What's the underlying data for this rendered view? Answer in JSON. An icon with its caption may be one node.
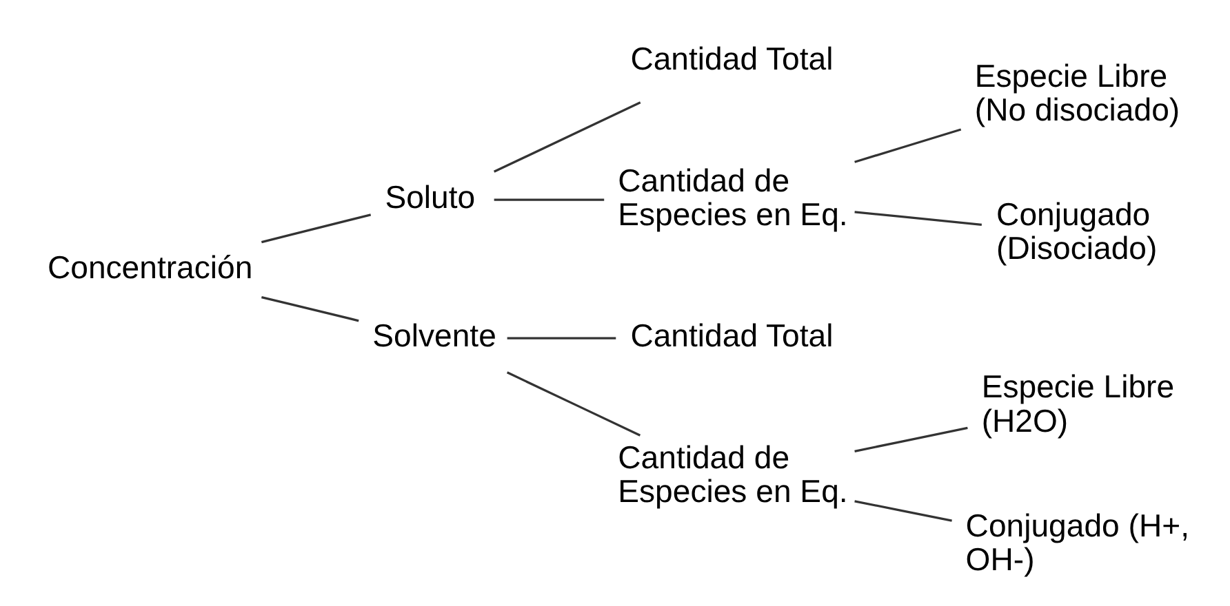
{
  "diagram": {
    "nodes": [
      {
        "text": [
          "Concentración"
        ]
      },
      {
        "text": [
          "Soluto"
        ]
      },
      {
        "text": [
          "Cantidad Total"
        ]
      },
      {
        "text": [
          "Cantidad de Especies en Eq."
        ]
      },
      {
        "text": [
          "Especie Libre (No disociado)"
        ]
      },
      {
        "text": [
          "Conjugado (Disociado)"
        ]
      },
      {
        "text": [
          "Solvente"
        ]
      },
      {
        "text": [
          "Cantidad Total"
        ]
      },
      {
        "text": [
          "Cantidad de Especies en Eq."
        ]
      },
      {
        "text": [
          "Especie Libre (H2O)"
        ]
      },
      {
        "text": [
          "Conjugado (H+, OH-)"
        ]
      }
    ],
    "edges": [
      {
        "from": 0,
        "to": 1,
        "arrow": "none"
      },
      {
        "from": 0,
        "to": 6,
        "arrow": "none"
      },
      {
        "from": 1,
        "to": 2,
        "arrow": "none"
      },
      {
        "from": 1,
        "to": 3,
        "arrow": "none"
      },
      {
        "from": 3,
        "to": 4,
        "arrow": "none"
      },
      {
        "from": 3,
        "to": 5,
        "arrow": "none"
      },
      {
        "from": 6,
        "to": 7,
        "arrow": "none"
      },
      {
        "from": 6,
        "to": 8,
        "arrow": "none"
      },
      {
        "from": 8,
        "to": 9,
        "arrow": "none"
      },
      {
        "from": 8,
        "to": 10,
        "arrow": "none"
      }
    ]
  }
}
